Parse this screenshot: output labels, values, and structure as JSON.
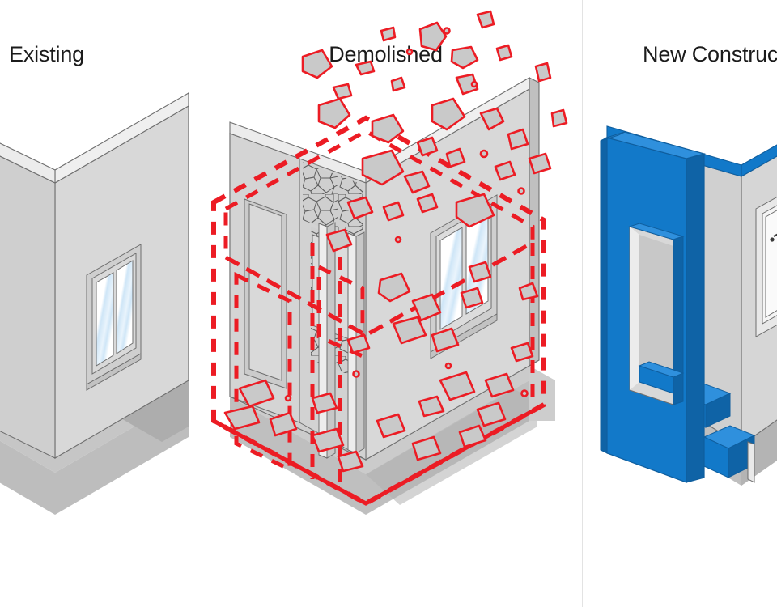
{
  "figure": {
    "type": "three-panel-isometric-diagram",
    "background_color": "#ffffff",
    "divider_color": "#e3e3e3"
  },
  "panels": [
    {
      "id": "existing",
      "title": "Existing",
      "title_clipped_text": "ing",
      "state": "intact",
      "accent_color": "#d5d5d5",
      "description": "Isometric cutaway room with two intact gray walls, a two-pane window with blue glass, an interior partition doorway, and a gray floor slab with shadow."
    },
    {
      "id": "demolished",
      "title": "Demolished",
      "state": "demolition",
      "accent_color": "#ec1c24",
      "description": "Same isometric room overlaid with red dashed demolition outlines, cracked rubble texture on wall faces, and red-outlined debris chunks flying upward."
    },
    {
      "id": "construction",
      "title": "New Construction",
      "title_clipped_text": "New Con",
      "state": "new-build",
      "accent_color": "#1279c9",
      "description": "Same isometric room with new blue wall assembly, blue top caps on existing walls, a new doorway opening, a blue step, and a white hinged door."
    }
  ],
  "palette": {
    "wall_face_light": "#e2e2e2",
    "wall_face_mid": "#d5d5d5",
    "wall_face_dark": "#c4c4c4",
    "wall_cap": "#ededed",
    "wall_edge": "#6e6e6e",
    "floor": "#bdbdbd",
    "floor_shadow": "#adadad",
    "glass": "#fbfdff",
    "glass_highlight": "#cfe6f7",
    "debris_fill": "#c9c9c9",
    "debris_stroke": "#ec1c24",
    "rubble_stroke": "#5d5d5d",
    "demolition_red": "#ec1c24",
    "new_blue": "#1279c9",
    "new_blue_dark": "#0f63a6",
    "new_blue_light": "#2f90dd",
    "title_text": "#1b1b1b"
  }
}
